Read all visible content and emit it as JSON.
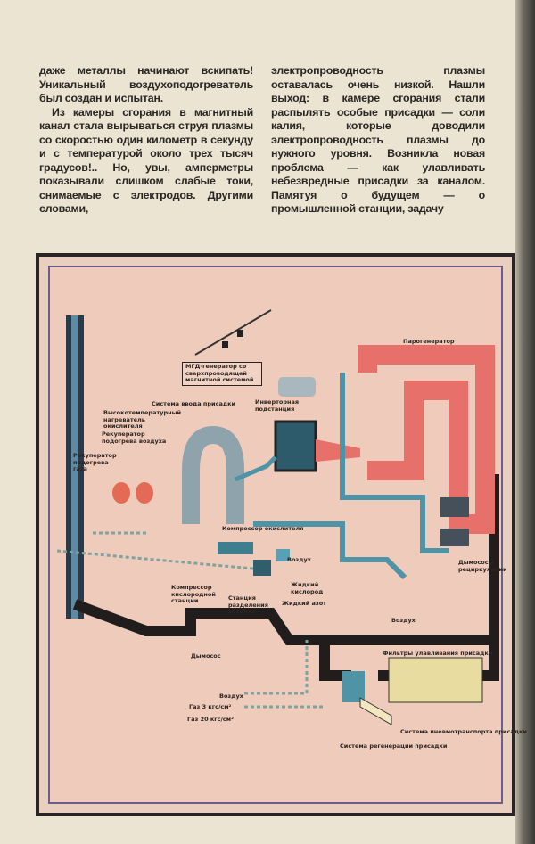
{
  "article": {
    "column1": [
      "даже металлы начинают вскипать! Уникальный воздухоподогреватель был создан и испытан.",
      "Из камеры сгорания в магнитный канал стала вырываться струя плазмы со скоростью один километр в секунду и с температурой около трех тысяч градусов!.. Но, увы, амперметры показывали слишком слабые токи, снимаемые с электродов. Другими словами,"
    ],
    "column2": [
      "электропроводность плазмы оставалась очень низкой. Нашли выход: в камере сгорания стали распылять особые присадки — соли калия, которые доводили электропроводность плазмы до нужного уровня. Возникла новая проблема — как улавливать небезвредные присадки за каналом. Памятуя о будущем — о промышленной станции, задачу"
    ]
  },
  "diagram": {
    "labels": {
      "steam_generator": "Парогенератор",
      "mhd_generator": "МГД-генератор со сверхпроводящей магнитной системой",
      "inverter_substation": "Инверторная подстанция",
      "additive_input": "Система ввода присадки",
      "oxidizer_heater": "Высокотемпературный нагреватель окислителя",
      "air_recuperator": "Рекуператор подогрева воздуха",
      "gas_recuperator": "Рекуператор подогрева газа",
      "oxidizer_compressor": "Компрессор окислителя",
      "oxygen_compressor": "Компрессор кислородной станции",
      "air_separation": "Станция разделения воздуха",
      "liquid_oxygen": "Жидкий кислород",
      "liquid_nitrogen": "Жидкий азот",
      "air_small": "Воздух",
      "recirc_fans": "Дымососы рециркуляции",
      "air_right": "Воздух",
      "exhauster": "Дымосос",
      "filters": "Фильтры улавливания присадки",
      "air_bottom": "Воздух",
      "gas3": "Газ 3 кгс/см²",
      "gas20": "Газ 20 кгс/см²",
      "pneumo_transport": "Система пневмотранспорта присадки",
      "regeneration": "Система регенерации присадки"
    },
    "colors": {
      "background": "#efcbbb",
      "hot_gas": "#e8706a",
      "flue": "#221d1d",
      "oxidizer": "#4e93a6",
      "gas_dotted": "#7ea3a0",
      "filters": "#e8dca0"
    }
  }
}
